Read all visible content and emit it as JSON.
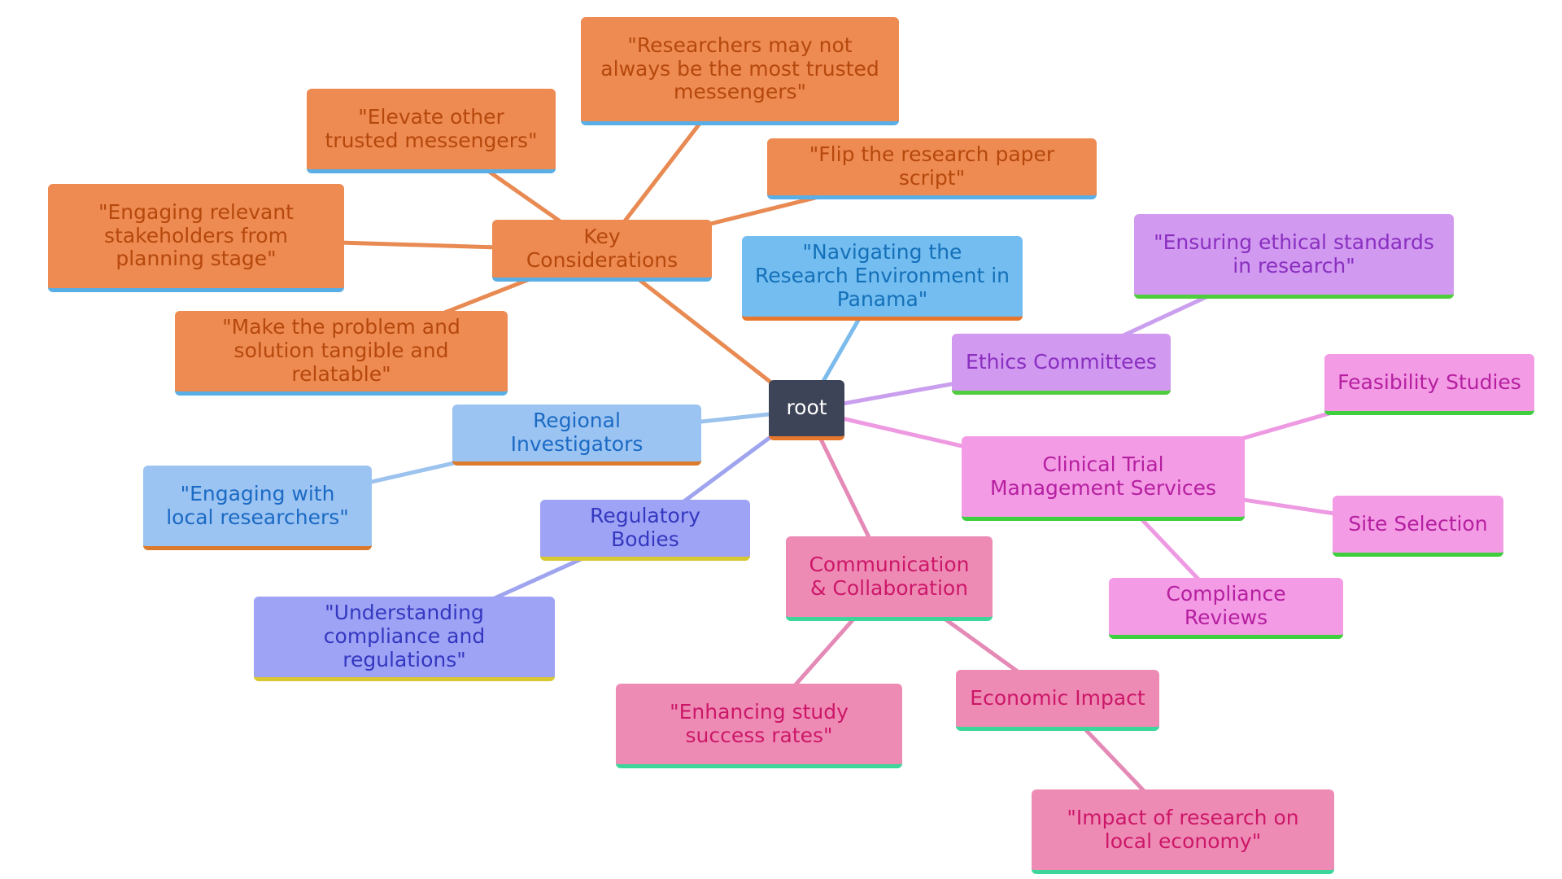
{
  "colors": {
    "root": {
      "fill": "#3e4458",
      "text": "#ffffff",
      "border": "#e8762b"
    },
    "orange": {
      "fill": "#ed8b52",
      "text": "#b6480c",
      "border": "#5aaee6",
      "edge": "#e88a52"
    },
    "lightblue": {
      "fill": "#74bdf0",
      "text": "#1470b8",
      "border": "#e8762b",
      "edge": "#7cbcec"
    },
    "purple": {
      "fill": "#d199f0",
      "text": "#8a2fc0",
      "border": "#50cd3c",
      "edge": "#caa0ee"
    },
    "pink": {
      "fill": "#f39be5",
      "text": "#b51fa0",
      "border": "#3ecf3e",
      "edge": "#ee9ae2"
    },
    "rose": {
      "fill": "#ee8bb5",
      "text": "#cc1768",
      "border": "#3dd69a",
      "edge": "#e58ab6"
    },
    "periwinkle": {
      "fill": "#9ea3f5",
      "text": "#3438c0",
      "border": "#d8c832",
      "edge": "#9fa4ef"
    },
    "skyblue": {
      "fill": "#9cc4f2",
      "text": "#1b6ac4",
      "border": "#d97a2c",
      "edge": "#9cc2ee"
    }
  },
  "nodes": {
    "root": {
      "label": "root",
      "palette": "root"
    },
    "key_considerations": {
      "label": "Key Considerations",
      "palette": "orange"
    },
    "researchers_trusted": {
      "label": "\"Researchers may not always be the most trusted messengers\"",
      "palette": "orange"
    },
    "elevate_messengers": {
      "label": "\"Elevate other trusted messengers\"",
      "palette": "orange"
    },
    "flip_script": {
      "label": "\"Flip the research paper script\"",
      "palette": "orange"
    },
    "engaging_stakeholders": {
      "label": "\"Engaging relevant stakeholders from planning stage\"",
      "palette": "orange"
    },
    "make_tangible": {
      "label": "\"Make the problem and solution tangible and relatable\"",
      "palette": "orange"
    },
    "navigating": {
      "label": "\"Navigating the Research Environment in Panama\"",
      "palette": "lightblue"
    },
    "ethics_committees": {
      "label": "Ethics Committees",
      "palette": "purple"
    },
    "ethical_standards": {
      "label": "\"Ensuring ethical standards in research\"",
      "palette": "purple"
    },
    "ctms": {
      "label": "Clinical Trial Management Services",
      "palette": "pink"
    },
    "feasibility": {
      "label": "Feasibility Studies",
      "palette": "pink"
    },
    "site_selection": {
      "label": "Site Selection",
      "palette": "pink"
    },
    "compliance_reviews": {
      "label": "Compliance Reviews",
      "palette": "pink"
    },
    "communication": {
      "label": "Communication & Collaboration",
      "palette": "rose"
    },
    "enhancing": {
      "label": "\"Enhancing study success rates\"",
      "palette": "rose"
    },
    "economic_impact": {
      "label": "Economic Impact",
      "palette": "rose"
    },
    "impact_economy": {
      "label": "\"Impact of research on local economy\"",
      "palette": "rose"
    },
    "regulatory_bodies": {
      "label": "Regulatory Bodies",
      "palette": "periwinkle"
    },
    "understanding_compliance": {
      "label": "\"Understanding compliance and regulations\"",
      "palette": "periwinkle"
    },
    "regional_investigators": {
      "label": "Regional Investigators",
      "palette": "skyblue"
    },
    "engaging_local": {
      "label": "\"Engaging with local researchers\"",
      "palette": "skyblue"
    }
  },
  "edges": [
    {
      "from": "root",
      "to": "key_considerations",
      "palette": "orange"
    },
    {
      "from": "key_considerations",
      "to": "researchers_trusted",
      "palette": "orange"
    },
    {
      "from": "key_considerations",
      "to": "elevate_messengers",
      "palette": "orange"
    },
    {
      "from": "key_considerations",
      "to": "flip_script",
      "palette": "orange"
    },
    {
      "from": "key_considerations",
      "to": "engaging_stakeholders",
      "palette": "orange"
    },
    {
      "from": "key_considerations",
      "to": "make_tangible",
      "palette": "orange"
    },
    {
      "from": "root",
      "to": "navigating",
      "palette": "lightblue"
    },
    {
      "from": "root",
      "to": "ethics_committees",
      "palette": "purple"
    },
    {
      "from": "ethics_committees",
      "to": "ethical_standards",
      "palette": "purple"
    },
    {
      "from": "root",
      "to": "ctms",
      "palette": "pink"
    },
    {
      "from": "ctms",
      "to": "feasibility",
      "palette": "pink"
    },
    {
      "from": "ctms",
      "to": "site_selection",
      "palette": "pink"
    },
    {
      "from": "ctms",
      "to": "compliance_reviews",
      "palette": "pink"
    },
    {
      "from": "root",
      "to": "communication",
      "palette": "rose"
    },
    {
      "from": "communication",
      "to": "enhancing",
      "palette": "rose"
    },
    {
      "from": "communication",
      "to": "economic_impact",
      "palette": "rose"
    },
    {
      "from": "economic_impact",
      "to": "impact_economy",
      "palette": "rose"
    },
    {
      "from": "root",
      "to": "regulatory_bodies",
      "palette": "periwinkle"
    },
    {
      "from": "regulatory_bodies",
      "to": "understanding_compliance",
      "palette": "periwinkle"
    },
    {
      "from": "root",
      "to": "regional_investigators",
      "palette": "skyblue"
    },
    {
      "from": "regional_investigators",
      "to": "engaging_local",
      "palette": "skyblue"
    }
  ]
}
